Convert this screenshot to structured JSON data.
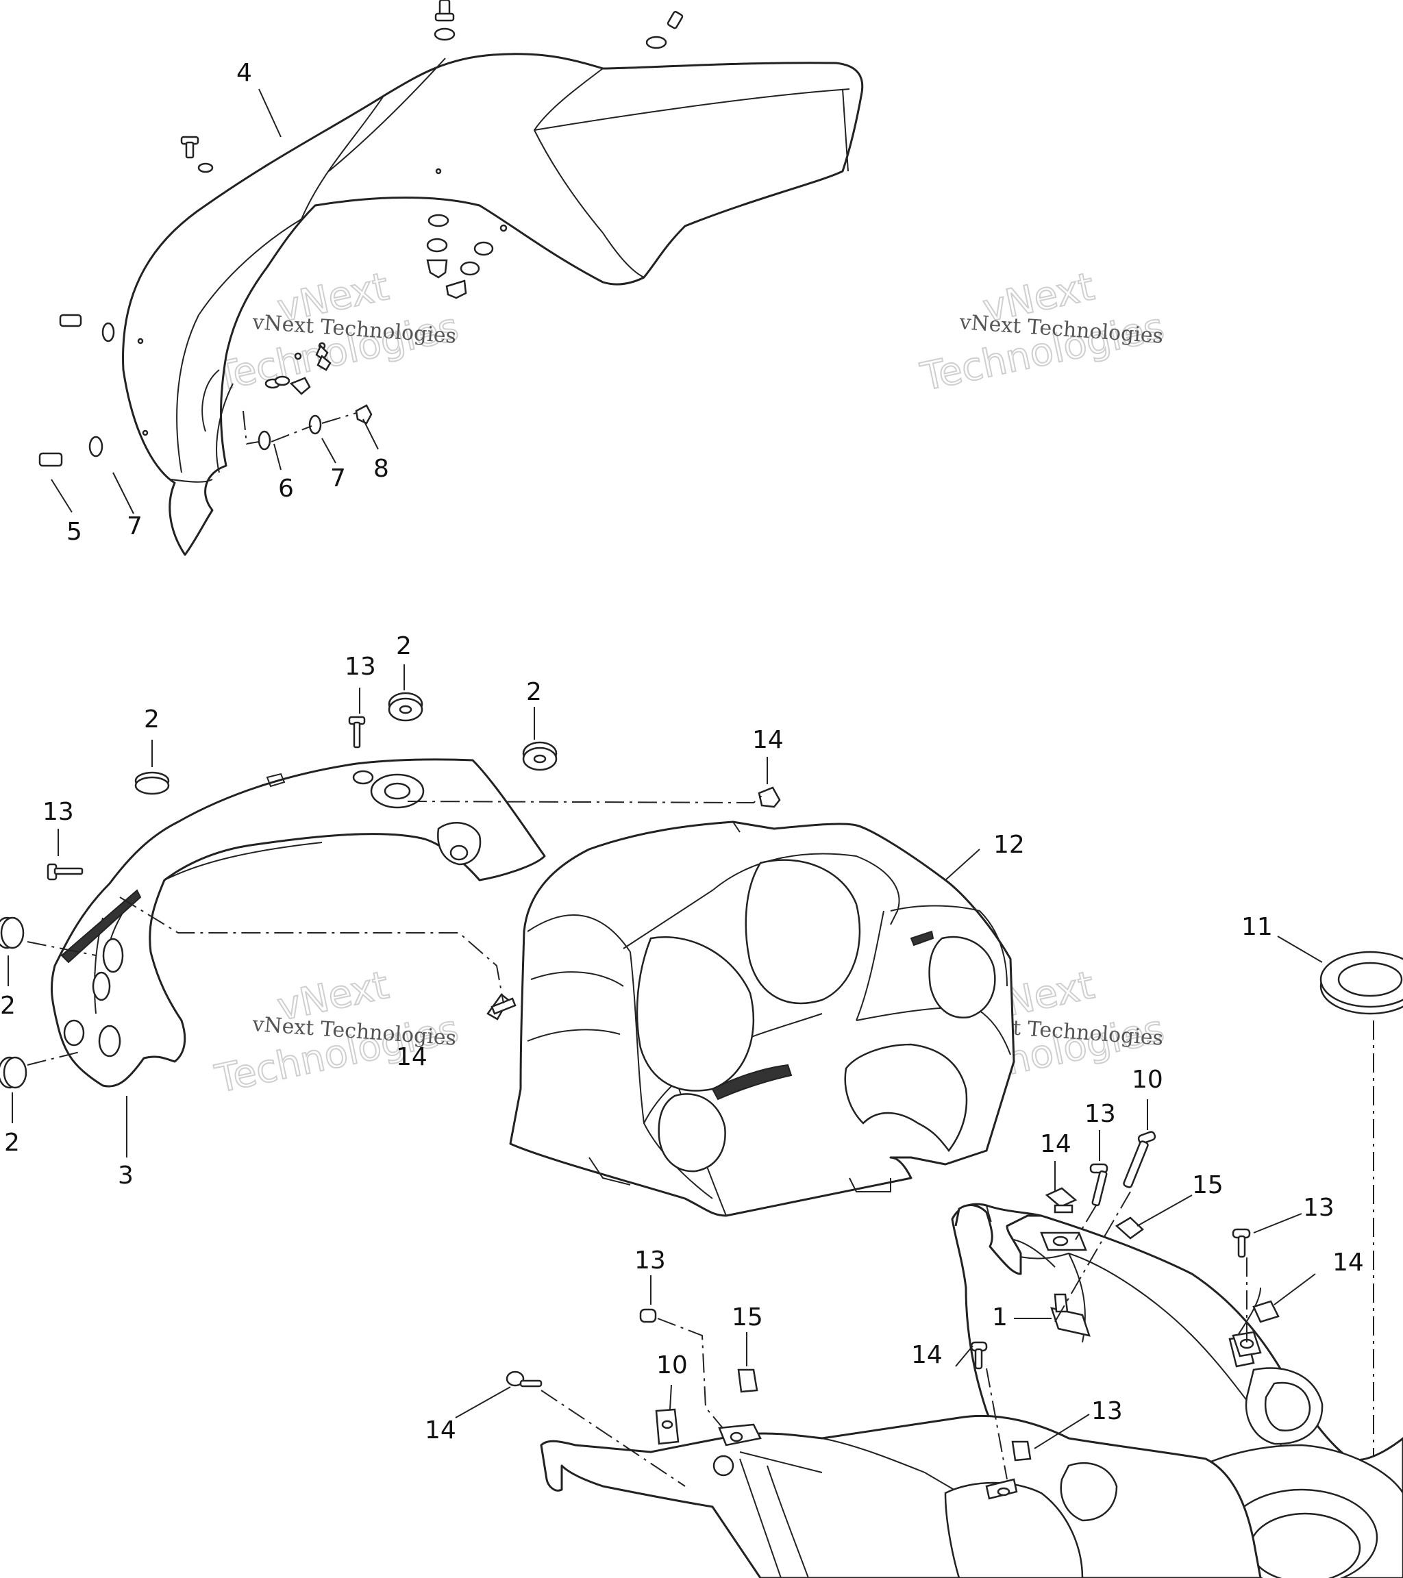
{
  "watermark": {
    "brand": "vNext",
    "company": "vNext Technologies",
    "company_lines": [
      "Technologies"
    ]
  },
  "callouts": [
    {
      "id": "c-4",
      "text": "4"
    },
    {
      "id": "c-5",
      "text": "5"
    },
    {
      "id": "c-7a",
      "text": "7"
    },
    {
      "id": "c-6",
      "text": "6"
    },
    {
      "id": "c-7b",
      "text": "7"
    },
    {
      "id": "c-8",
      "text": "8"
    },
    {
      "id": "c-13a",
      "text": "13"
    },
    {
      "id": "c-2a",
      "text": "2"
    },
    {
      "id": "c-2b",
      "text": "2"
    },
    {
      "id": "c-2c",
      "text": "2"
    },
    {
      "id": "c-13b",
      "text": "13"
    },
    {
      "id": "c-14a",
      "text": "14"
    },
    {
      "id": "c-12",
      "text": "12"
    },
    {
      "id": "c-2d",
      "text": "2"
    },
    {
      "id": "c-2e",
      "text": "2"
    },
    {
      "id": "c-3",
      "text": "3"
    },
    {
      "id": "c-14b",
      "text": "14"
    },
    {
      "id": "c-11",
      "text": "11"
    },
    {
      "id": "c-10a",
      "text": "10"
    },
    {
      "id": "c-13c",
      "text": "13"
    },
    {
      "id": "c-14c",
      "text": "14"
    },
    {
      "id": "c-15a",
      "text": "15"
    },
    {
      "id": "c-13d",
      "text": "13"
    },
    {
      "id": "c-14d",
      "text": "14"
    },
    {
      "id": "c-1",
      "text": "1"
    },
    {
      "id": "c-13e",
      "text": "13"
    },
    {
      "id": "c-14e",
      "text": "14"
    },
    {
      "id": "c-15b",
      "text": "15"
    },
    {
      "id": "c-10b",
      "text": "10"
    },
    {
      "id": "c-13f",
      "text": "13"
    },
    {
      "id": "c-14f",
      "text": "14"
    }
  ]
}
